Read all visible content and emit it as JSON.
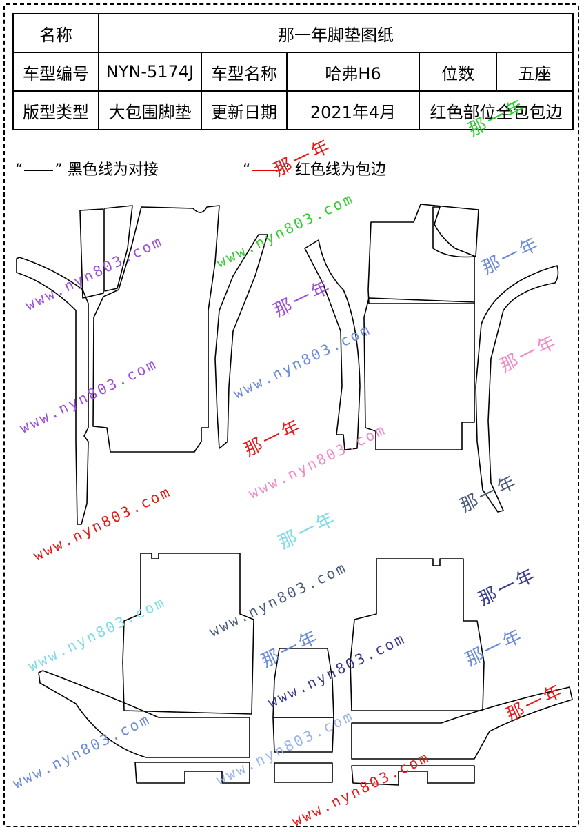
{
  "table": {
    "row1": {
      "label": "名称",
      "value": "那一年脚垫图纸"
    },
    "row2": {
      "label1": "车型编号",
      "value1": "NYN-5174J",
      "label2": "车型名称",
      "value2": "哈弗H6",
      "label3": "位数",
      "value3": "五座"
    },
    "row3": {
      "label1": "版型类型",
      "value1": "大包围脚垫",
      "label2": "更新日期",
      "value2": "2021年4月",
      "note": "红色部位全包包边"
    }
  },
  "legend": {
    "black_quote_open": "“",
    "black_quote_close": "”",
    "black_text": "黑色线为对接",
    "red_quote_open": "“",
    "red_quote_close": "”",
    "red_text": "红色线为包边"
  },
  "watermarks": {
    "url": "www.nyn803.com",
    "brand": "那一年"
  },
  "colors": {
    "outline": "#000000",
    "edge_binding": "#e00000",
    "wm_purple": "#9b4fd8",
    "wm_green": "#33cc33",
    "wm_blue": "#6c8bd6",
    "wm_pink": "#f08ac8",
    "wm_red": "#e41b1b",
    "wm_cyan": "#7fdbe6",
    "wm_slate": "#4a5a7a",
    "wm_navy": "#3a3a8a"
  }
}
